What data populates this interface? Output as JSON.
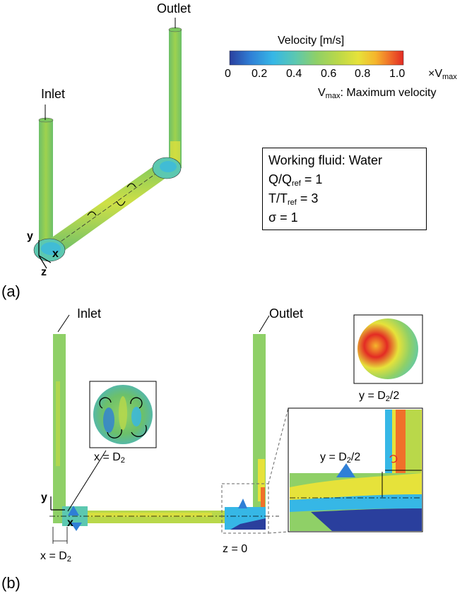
{
  "colorbar": {
    "title": "Velocity [m/s]",
    "ticks": [
      "0",
      "0.2",
      "0.4",
      "0.6",
      "0.8",
      "1.0"
    ],
    "unit_suffix": "×V",
    "unit_sub": "max",
    "vmax_symbol": "V",
    "vmax_sub": "max",
    "vmax_desc": ": Maximum velocity",
    "colors": [
      "#2a3f9d",
      "#2f7fd6",
      "#36b7e6",
      "#5cc8b0",
      "#8fd067",
      "#b9d84a",
      "#e6e23a",
      "#f5b52c",
      "#f0702a",
      "#e32b24"
    ]
  },
  "panel_a": {
    "label": "(a)",
    "inlet": "Inlet",
    "outlet": "Outlet",
    "axis_y": "y",
    "axis_x": "x",
    "axis_z": "z"
  },
  "infobox": {
    "line1": "Working fluid: Water",
    "line2_a": "Q/Q",
    "line2_sub": "ref",
    "line2_b": " = 1",
    "line3_a": "T/T",
    "line3_sub": "ref",
    "line3_b": " = 3",
    "line4": "σ = 1"
  },
  "panel_b": {
    "label": "(b)",
    "inlet": "Inlet",
    "outlet": "Outlet",
    "axis_y": "y",
    "axis_x": "x",
    "xD2_a": "x = D",
    "xD2_sub": "2",
    "xD2_bottom_a": "x = D",
    "xD2_bottom_sub": "2",
    "z0": "z = 0",
    "yD2_top_a": "y = D",
    "yD2_top_sub": "2",
    "yD2_top_b": "/2",
    "yD2_inset_a": "y = D",
    "yD2_inset_sub": "2",
    "yD2_inset_b": "/2"
  }
}
